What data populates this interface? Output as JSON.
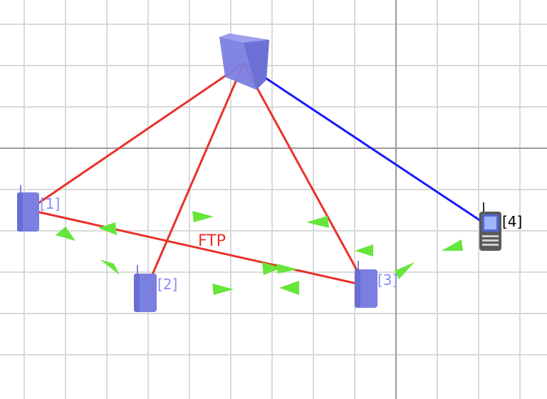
{
  "colors": {
    "background": "#ffffff",
    "grid_minor": "#d9d9d9",
    "grid_major": "#9a9a9a",
    "wireless_link": "#e8312a",
    "selected_link": "#1a1aff",
    "packet": "#66e63a",
    "node_fill": "#7b7fe0",
    "node_label": "#8a8aff",
    "selected_node_label": "#000000"
  },
  "access_point": {
    "icon": "access-point-icon"
  },
  "nodes": [
    {
      "label": "[1]",
      "icon": "phone-icon",
      "state": "idle"
    },
    {
      "label": "[2]",
      "icon": "phone-icon",
      "state": "idle"
    },
    {
      "label": "[3]",
      "icon": "phone-icon",
      "state": "idle"
    },
    {
      "label": "[4]",
      "icon": "phone-icon",
      "state": "selected"
    }
  ],
  "link_label": "FTP"
}
